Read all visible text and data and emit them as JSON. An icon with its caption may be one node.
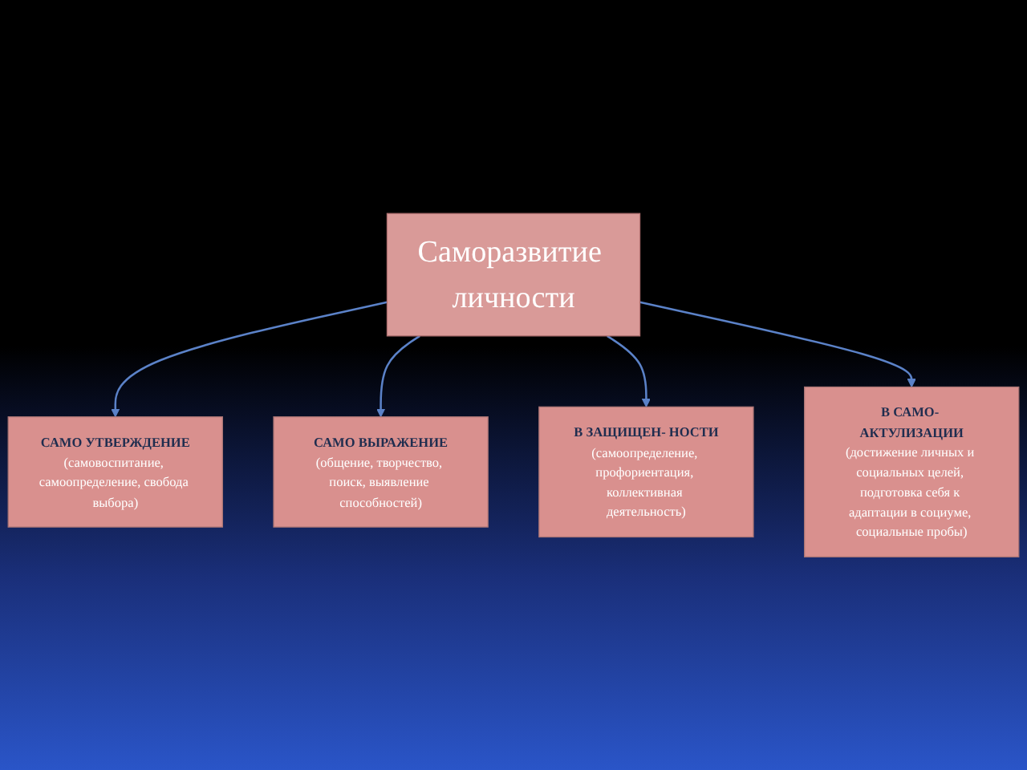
{
  "diagram": {
    "nodes": [
      {
        "text": [
          "Саморазвитие личности"
        ]
      },
      {
        "text": [
          "САМО УТВЕРЖДЕНИЕ",
          "(самовоспитание, самоопределение, свобода выбора)"
        ]
      },
      {
        "text": [
          "САМО ВЫРАЖЕНИЕ",
          "(общение, творчество, поиск, выявление способностей)"
        ]
      },
      {
        "text": [
          "В ЗАЩИЩЕН- НОСТИ",
          "(самоопределение, профориентация, коллективная деятельность)"
        ]
      },
      {
        "text": [
          "В САМО- АКТУЛИЗАЦИИ",
          "(достижение личных и социальных целей, подготовка себя к адаптации в социуме, социальные пробы)"
        ]
      }
    ],
    "edges": [
      {
        "from": 0,
        "to": 1,
        "arrow": "to"
      },
      {
        "from": 0,
        "to": 2,
        "arrow": "to"
      },
      {
        "from": 0,
        "to": 3,
        "arrow": "to"
      },
      {
        "from": 0,
        "to": 4,
        "arrow": "to"
      }
    ]
  }
}
